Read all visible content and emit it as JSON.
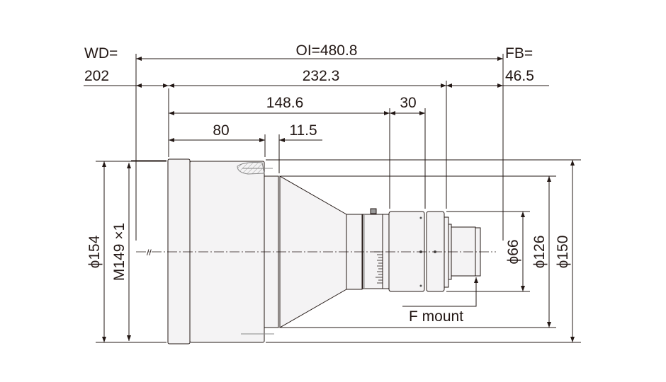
{
  "diagram": {
    "title": "Lens outline dimensions",
    "labels": {
      "wd_label": "WD=",
      "wd_value": "202",
      "oi": "OI=480.8",
      "fb_label": "FB=",
      "fb_value": "46.5",
      "length_total": "232.3",
      "length_148": "148.6",
      "length_30": "30",
      "length_80": "80",
      "length_11": "11.5",
      "dia_154": "ϕ154",
      "thread": "M149 ×1",
      "dia_66": "ϕ66",
      "dia_126": "ϕ126",
      "dia_150": "ϕ150",
      "mount": "F mount"
    },
    "colors": {
      "line": "#231815",
      "body_fill": "#f4f3f4"
    }
  }
}
